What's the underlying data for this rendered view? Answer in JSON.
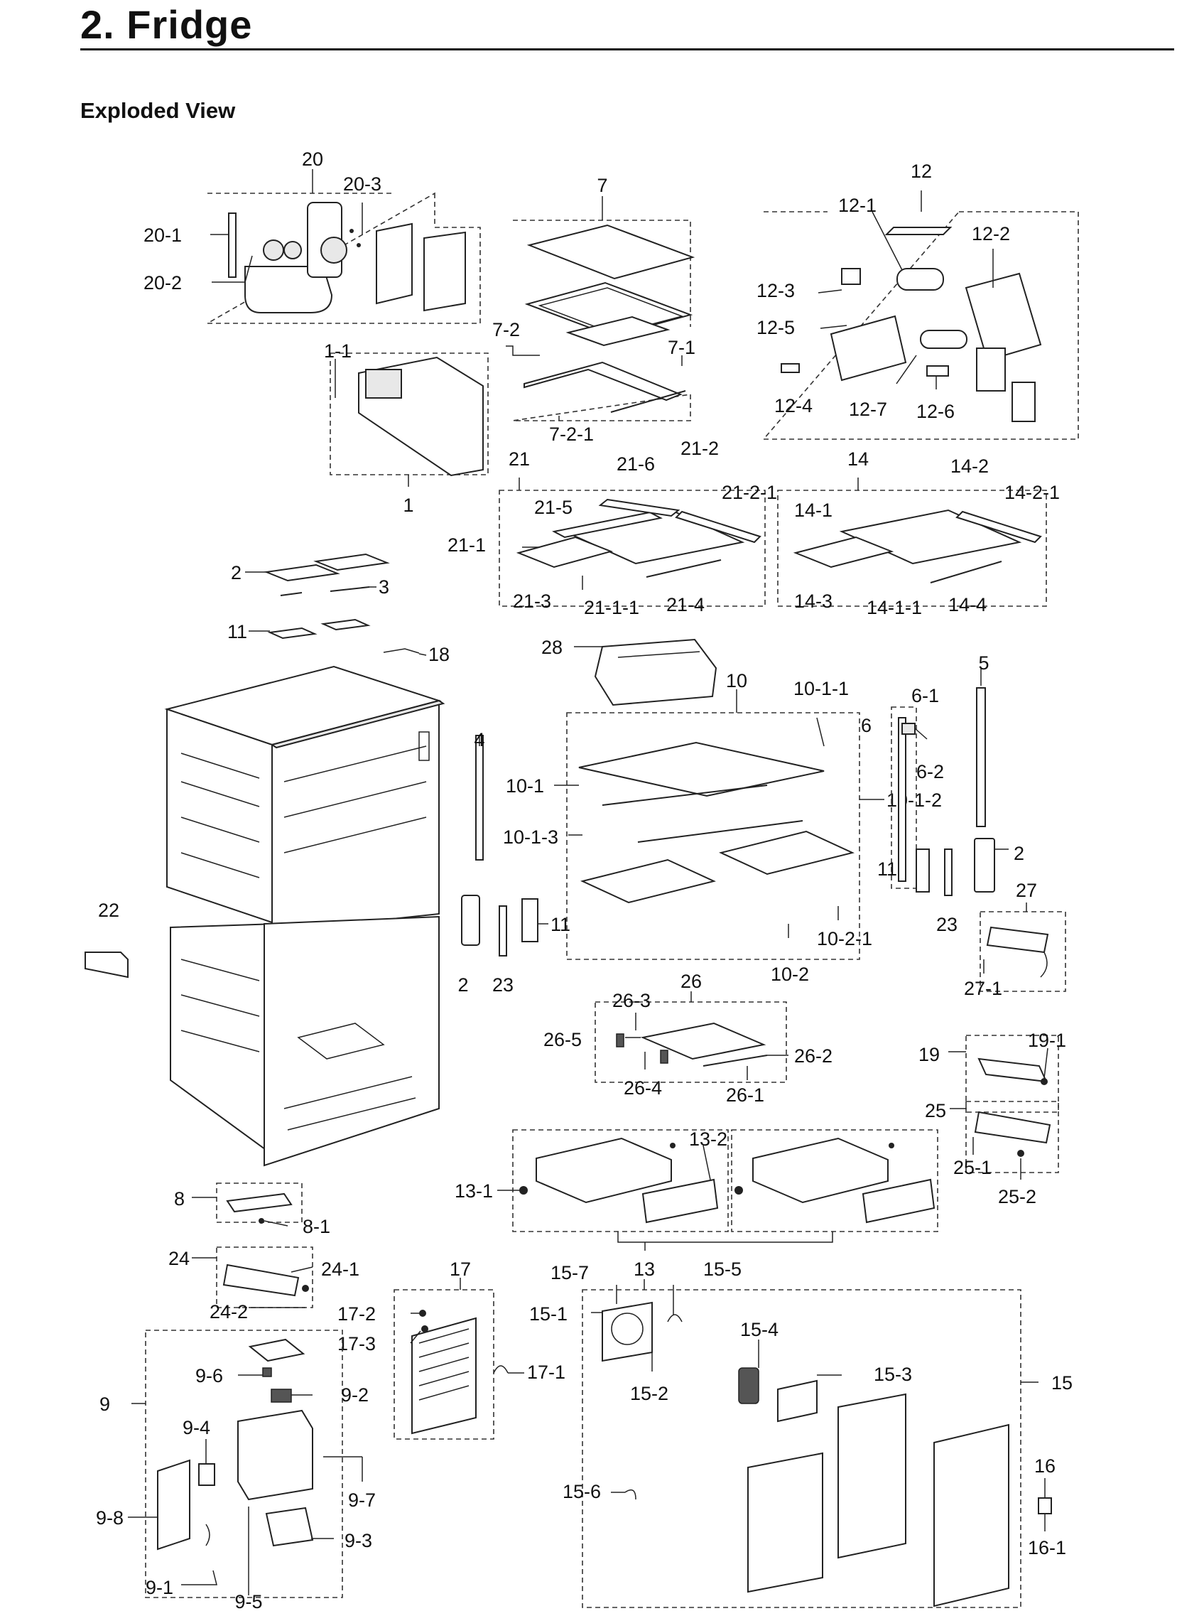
{
  "page": {
    "title": "2.  Fridge",
    "heading": "Exploded View"
  },
  "labels": {
    "l20": "20",
    "l20_1": "20-1",
    "l20_2": "20-2",
    "l20_3": "20-3",
    "l7": "7",
    "l7_1": "7-1",
    "l7_2": "7-2",
    "l7_2_1": "7-2-1",
    "l12": "12",
    "l12_1": "12-1",
    "l12_2": "12-2",
    "l12_3": "12-3",
    "l12_4": "12-4",
    "l12_5": "12-5",
    "l12_6": "12-6",
    "l12_7": "12-7",
    "l1": "1",
    "l1_1": "1-1",
    "l21": "21",
    "l21_1": "21-1",
    "l21_1_1": "21-1-1",
    "l21_2": "21-2",
    "l21_2_1": "21-2-1",
    "l21_3": "21-3",
    "l21_4": "21-4",
    "l21_5": "21-5",
    "l21_6": "21-6",
    "l14": "14",
    "l14_1": "14-1",
    "l14_1_1": "14-1-1",
    "l14_2": "14-2",
    "l14_2_1": "14-2-1",
    "l14_3": "14-3",
    "l14_4": "14-4",
    "l2a": "2",
    "l3": "3",
    "l11a": "11",
    "l18": "18",
    "l28": "28",
    "l10": "10",
    "l10_1": "10-1",
    "l10_1_1": "10-1-1",
    "l10_1_2": "10-1-2",
    "l10_1_3": "10-1-3",
    "l10_2": "10-2",
    "l10_2_1": "10-2-1",
    "l4": "4",
    "l5": "5",
    "l6": "6",
    "l6_1": "6-1",
    "l6_2": "6-2",
    "l2b": "2",
    "l11b": "11",
    "l23a": "23",
    "l22": "22",
    "l2c": "2",
    "l23b": "23",
    "l11c": "11",
    "l27": "27",
    "l27_1": "27-1",
    "l26": "26",
    "l26_1": "26-1",
    "l26_2": "26-2",
    "l26_3": "26-3",
    "l26_4": "26-4",
    "l26_5": "26-5",
    "l19": "19",
    "l19_1": "19-1",
    "l25": "25",
    "l25_1": "25-1",
    "l25_2": "25-2",
    "l8": "8",
    "l8_1": "8-1",
    "l13": "13",
    "l13_1": "13-1",
    "l13_2": "13-2",
    "l24": "24",
    "l24_1": "24-1",
    "l24_2": "24-2",
    "l17": "17",
    "l17_1": "17-1",
    "l17_2": "17-2",
    "l17_3": "17-3",
    "l15": "15",
    "l15_1": "15-1",
    "l15_2": "15-2",
    "l15_3": "15-3",
    "l15_4": "15-4",
    "l15_5": "15-5",
    "l15_6": "15-6",
    "l15_7": "15-7",
    "l16": "16",
    "l16_1": "16-1",
    "l9": "9",
    "l9_1": "9-1",
    "l9_2": "9-2",
    "l9_3": "9-3",
    "l9_4": "9-4",
    "l9_5": "9-5",
    "l9_6": "9-6",
    "l9_7": "9-7",
    "l9_8": "9-8"
  }
}
